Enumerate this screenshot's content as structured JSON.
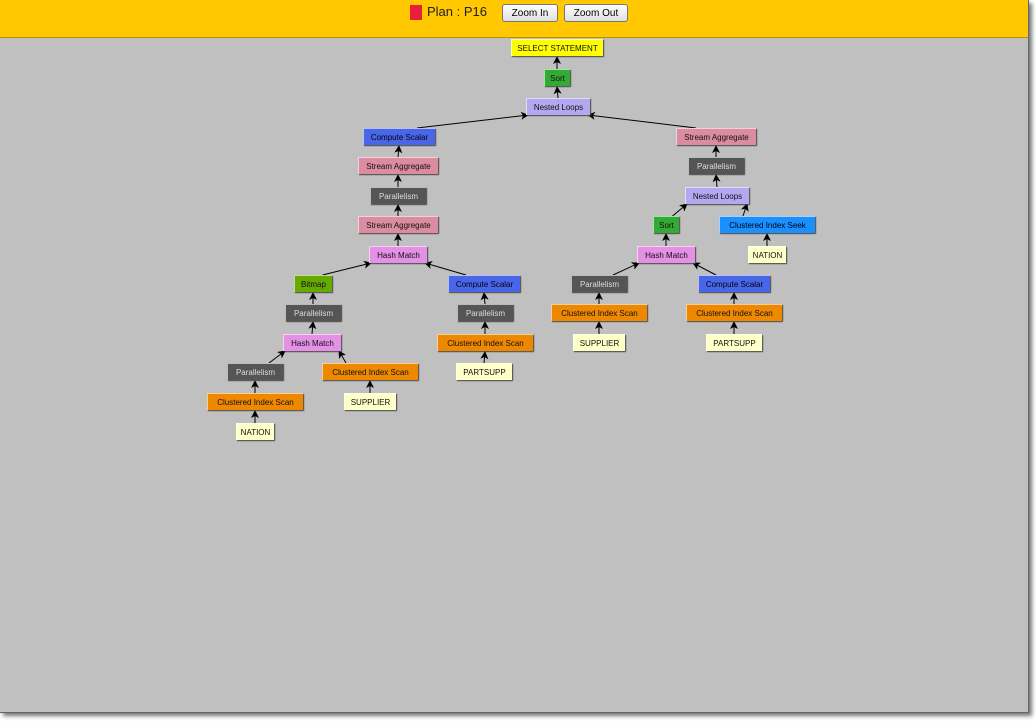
{
  "header": {
    "plan_title": "Plan : P16",
    "zoom_in_label": "Zoom In",
    "zoom_out_label": "Zoom Out",
    "plan_color": "#e8203c"
  },
  "colors": {
    "select": "#ffff00",
    "sort": "#33aa33",
    "nested": "#b4a8f0",
    "compute": "#4a66e8",
    "stream": "#dc8ca0",
    "parallel": "#555555",
    "hash": "#e490e4",
    "bitmap": "#66aa00",
    "scan": "#ee8800",
    "seek": "#1a90ff",
    "table": "#ffffc8"
  },
  "nodes": [
    {
      "label": "SELECT STATEMENT",
      "type": "select",
      "parent": null
    },
    {
      "label": "Sort",
      "type": "sort",
      "parent": 0
    },
    {
      "label": "Nested Loops",
      "type": "nested",
      "parent": 1
    },
    {
      "label": "Compute Scalar",
      "type": "compute",
      "parent": 2
    },
    {
      "label": "Stream Aggregate",
      "type": "stream",
      "parent": 3
    },
    {
      "label": "Parallelism",
      "type": "parallel",
      "parent": 4
    },
    {
      "label": "Stream Aggregate",
      "type": "stream",
      "parent": 5
    },
    {
      "label": "Hash Match",
      "type": "hash",
      "parent": 6
    },
    {
      "label": "Bitmap",
      "type": "bitmap",
      "parent": 7
    },
    {
      "label": "Parallelism",
      "type": "parallel",
      "parent": 8
    },
    {
      "label": "Hash Match",
      "type": "hash",
      "parent": 9
    },
    {
      "label": "Parallelism",
      "type": "parallel",
      "parent": 10
    },
    {
      "label": "Clustered Index Scan",
      "type": "scan",
      "parent": 11
    },
    {
      "label": "NATION",
      "type": "table",
      "parent": 12
    },
    {
      "label": "Clustered Index Scan",
      "type": "scan",
      "parent": 10
    },
    {
      "label": "SUPPLIER",
      "type": "table",
      "parent": 14
    },
    {
      "label": "Compute Scalar",
      "type": "compute",
      "parent": 7
    },
    {
      "label": "Parallelism",
      "type": "parallel",
      "parent": 16
    },
    {
      "label": "Clustered Index Scan",
      "type": "scan",
      "parent": 17
    },
    {
      "label": "PARTSUPP",
      "type": "table",
      "parent": 18
    },
    {
      "label": "Stream Aggregate",
      "type": "stream",
      "parent": 2
    },
    {
      "label": "Parallelism",
      "type": "parallel",
      "parent": 20
    },
    {
      "label": "Nested Loops",
      "type": "nested",
      "parent": 21
    },
    {
      "label": "Sort",
      "type": "sort",
      "parent": 22
    },
    {
      "label": "Clustered Index Seek",
      "type": "seek",
      "parent": 22
    },
    {
      "label": "NATION",
      "type": "table",
      "parent": 24
    },
    {
      "label": "Hash Match",
      "type": "hash",
      "parent": 23
    },
    {
      "label": "Parallelism",
      "type": "parallel",
      "parent": 26
    },
    {
      "label": "Clustered Index Scan",
      "type": "scan",
      "parent": 27
    },
    {
      "label": "SUPPLIER",
      "type": "table",
      "parent": 28
    },
    {
      "label": "Compute Scalar",
      "type": "compute",
      "parent": 26
    },
    {
      "label": "Clustered Index Scan",
      "type": "scan",
      "parent": 30
    },
    {
      "label": "PARTSUPP",
      "type": "table",
      "parent": 31
    }
  ]
}
